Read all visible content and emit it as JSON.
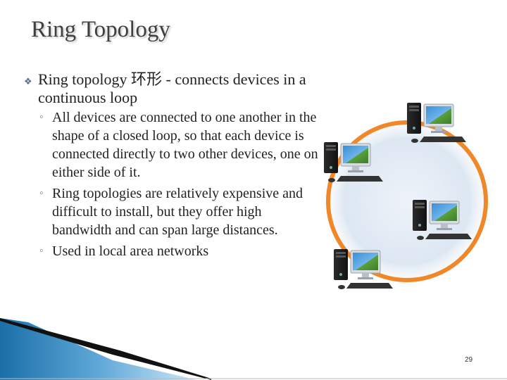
{
  "slide": {
    "title": "Ring Topology",
    "bullets": [
      {
        "text": "Ring topology 环形 - connects devices in a continuous loop",
        "sub": [
          "All devices are connected to one another in the shape of a closed loop, so that each device is connected directly to two other devices, one on either side of it.",
          "Ring topologies are relatively expensive and difficult to install, but they offer high bandwidth and can span large distances.",
          "Used in local area networks"
        ]
      }
    ],
    "page_number": "29"
  },
  "colors": {
    "title": "#3f3f3f",
    "ring": "#f0882a",
    "halo": "#dde7f2",
    "footer_blue": "#1a6fa8"
  },
  "icons": {
    "bullet_l1": "section-marker-icon",
    "bullet_l2": "ring-bullet-icon",
    "device": "desktop-computer-icon"
  }
}
